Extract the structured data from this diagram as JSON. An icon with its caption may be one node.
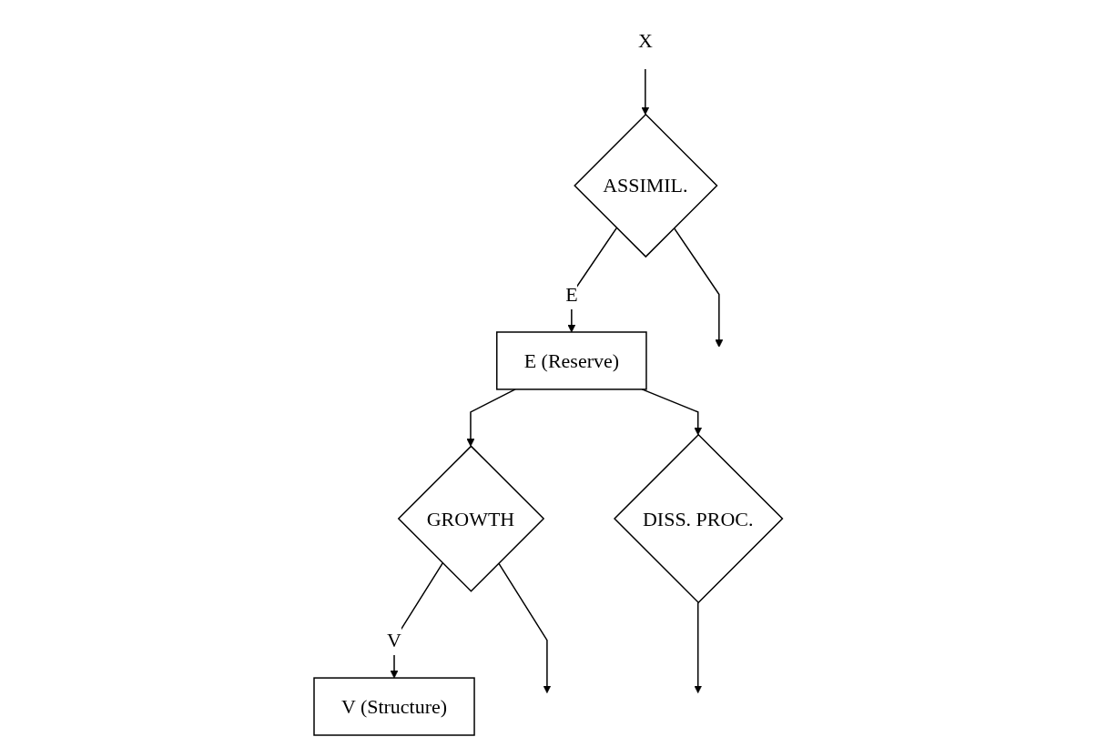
{
  "diagram": {
    "nodes": [
      {
        "text": [
          "X"
        ]
      },
      {
        "text": [
          "ASSIMIL."
        ]
      },
      {
        "text": [
          "E (Reserve)"
        ]
      },
      {
        "text": [
          "GROWTH"
        ]
      },
      {
        "text": [
          "DISS. PROC."
        ]
      },
      {
        "text": [
          "V (Structure)"
        ]
      }
    ],
    "edges": [
      {
        "from": 0,
        "to": 1,
        "arrow": "to"
      },
      {
        "from": 1,
        "to": null,
        "arrow": "to"
      },
      {
        "from": 1,
        "to": 2,
        "label": "E",
        "arrow": "to"
      },
      {
        "from": 2,
        "to": 3,
        "arrow": "to"
      },
      {
        "from": 2,
        "to": 4,
        "arrow": "to"
      },
      {
        "from": 4,
        "to": null,
        "arrow": "to"
      },
      {
        "from": 3,
        "to": 5,
        "label": "V",
        "arrow": "to"
      },
      {
        "from": 3,
        "to": null,
        "arrow": "to"
      }
    ]
  }
}
